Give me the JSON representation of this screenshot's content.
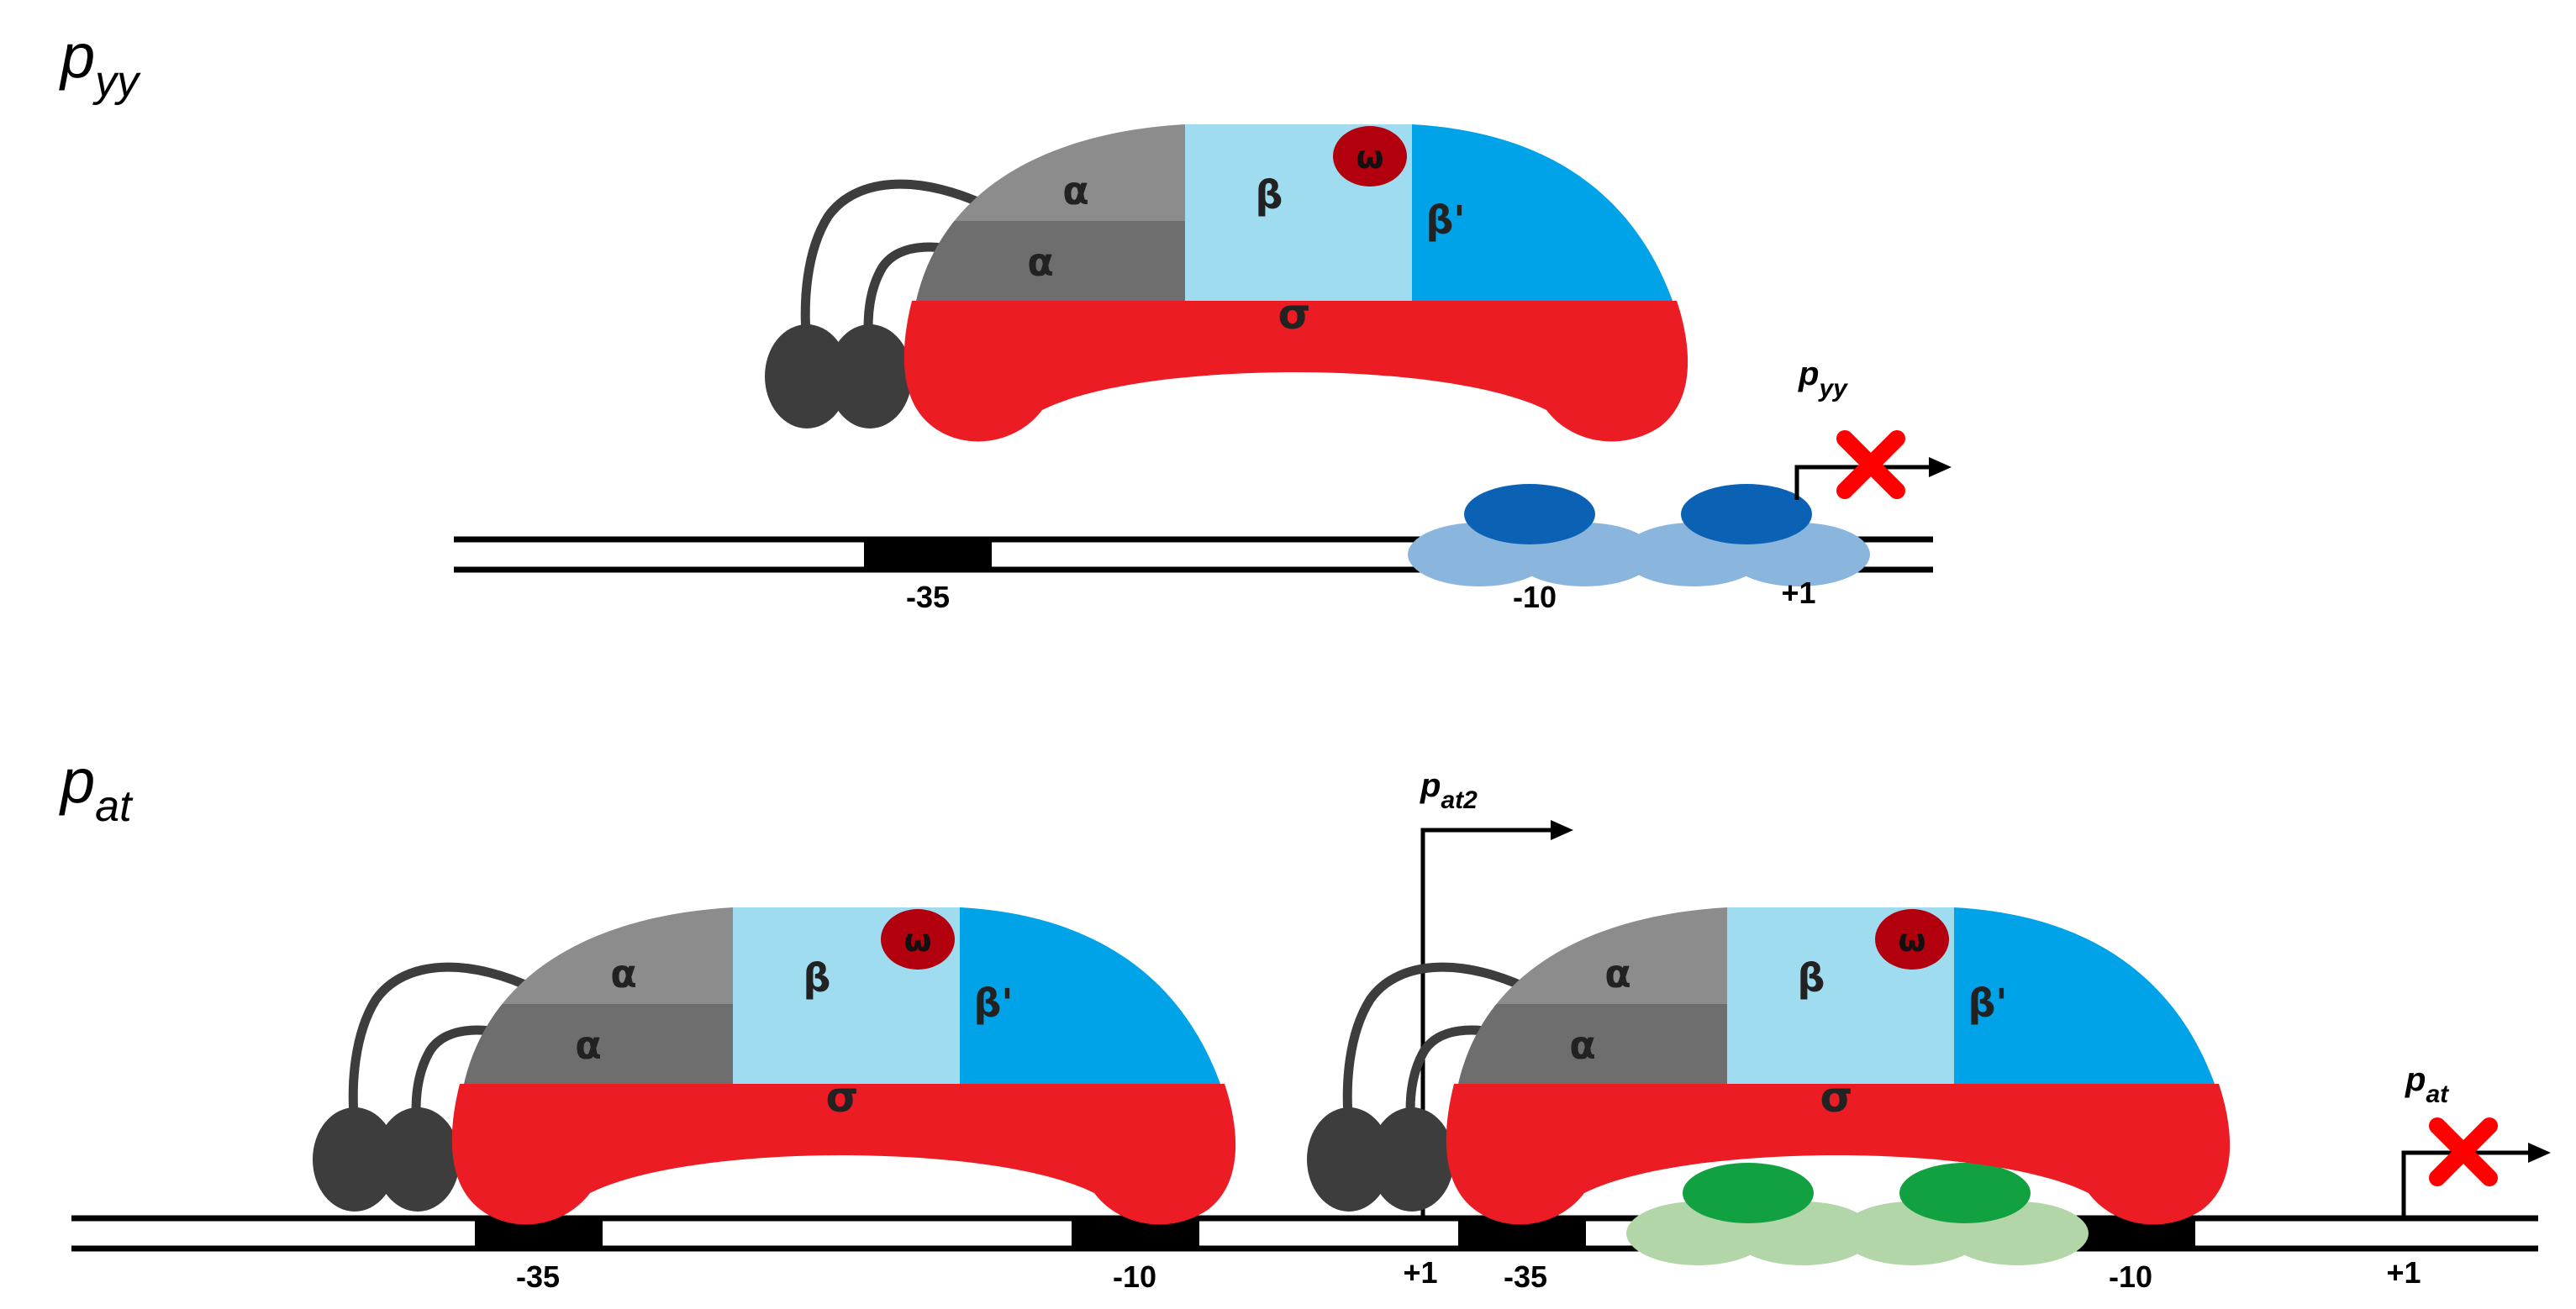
{
  "panel_top": {
    "label_main": "p",
    "label_sub": "yy",
    "promoter_label_main": "p",
    "promoter_label_sub": "yy",
    "positions": {
      "minus35": "-35",
      "minus10": "-10",
      "plus1": "+1"
    }
  },
  "panel_bottom": {
    "label_main": "p",
    "label_sub": "at",
    "promoter2_label_main": "p",
    "promoter2_label_sub": "at2",
    "promoter_label_main": "p",
    "promoter_label_sub": "at",
    "positions": {
      "left_minus35": "-35",
      "left_minus10": "-10",
      "plus1_mid": "+1",
      "right_minus35": "-35",
      "right_minus10": "-10",
      "plus1_right": "+1"
    }
  },
  "polymerase": {
    "alpha": "α",
    "beta": "β",
    "beta_prime": "β'",
    "omega": "ω",
    "sigma": "σ"
  },
  "colors": {
    "sigma": "#ec1c24",
    "beta": "#9fdcef",
    "beta_prime": "#00a2e8",
    "alpha_top": "#8c8c8c",
    "alpha_bottom": "#6e6e6e",
    "omega": "#b3000f",
    "ctd": "#3d3d3d",
    "blocker_blue_dark": "#0b62b5",
    "blocker_blue_light": "#8ab6de",
    "blocker_green_dark": "#12a140",
    "blocker_green_light": "#b2d6a8",
    "cross": "#ff0000"
  }
}
